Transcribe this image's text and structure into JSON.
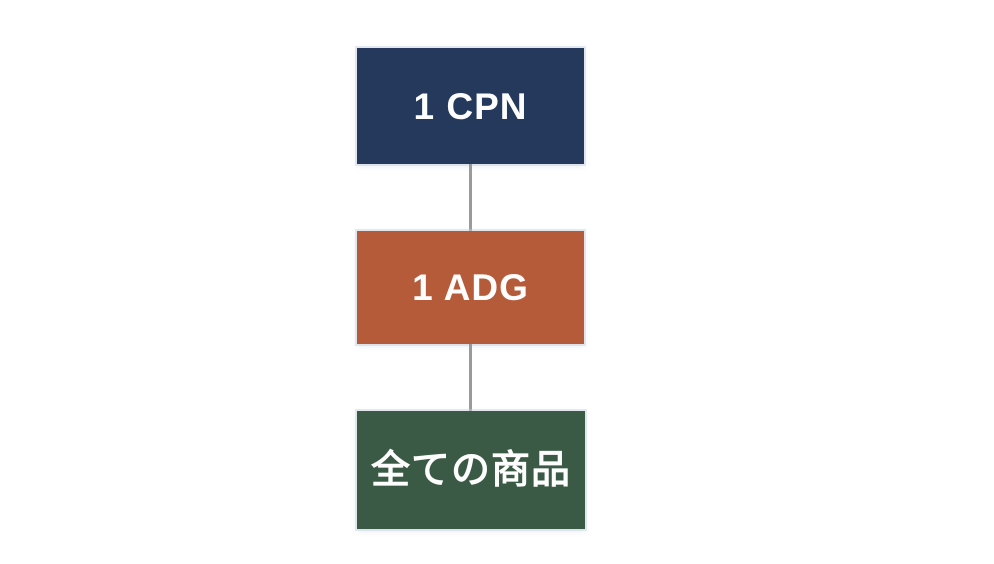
{
  "diagram": {
    "background_color": "#ffffff",
    "connector_color": "#9a9a9a",
    "nodes": [
      {
        "id": "cpn",
        "label": "1 CPN",
        "fill_color": "#24395b",
        "text_color": "#fdfdfd"
      },
      {
        "id": "adg",
        "label": "1 ADG",
        "fill_color": "#b55b3a",
        "text_color": "#fdfdfd"
      },
      {
        "id": "products",
        "label": "全ての商品",
        "fill_color": "#3a5a45",
        "text_color": "#fdfdfd"
      }
    ],
    "connectors": [
      {
        "from": "cpn",
        "to": "adg"
      },
      {
        "from": "adg",
        "to": "products"
      }
    ]
  }
}
